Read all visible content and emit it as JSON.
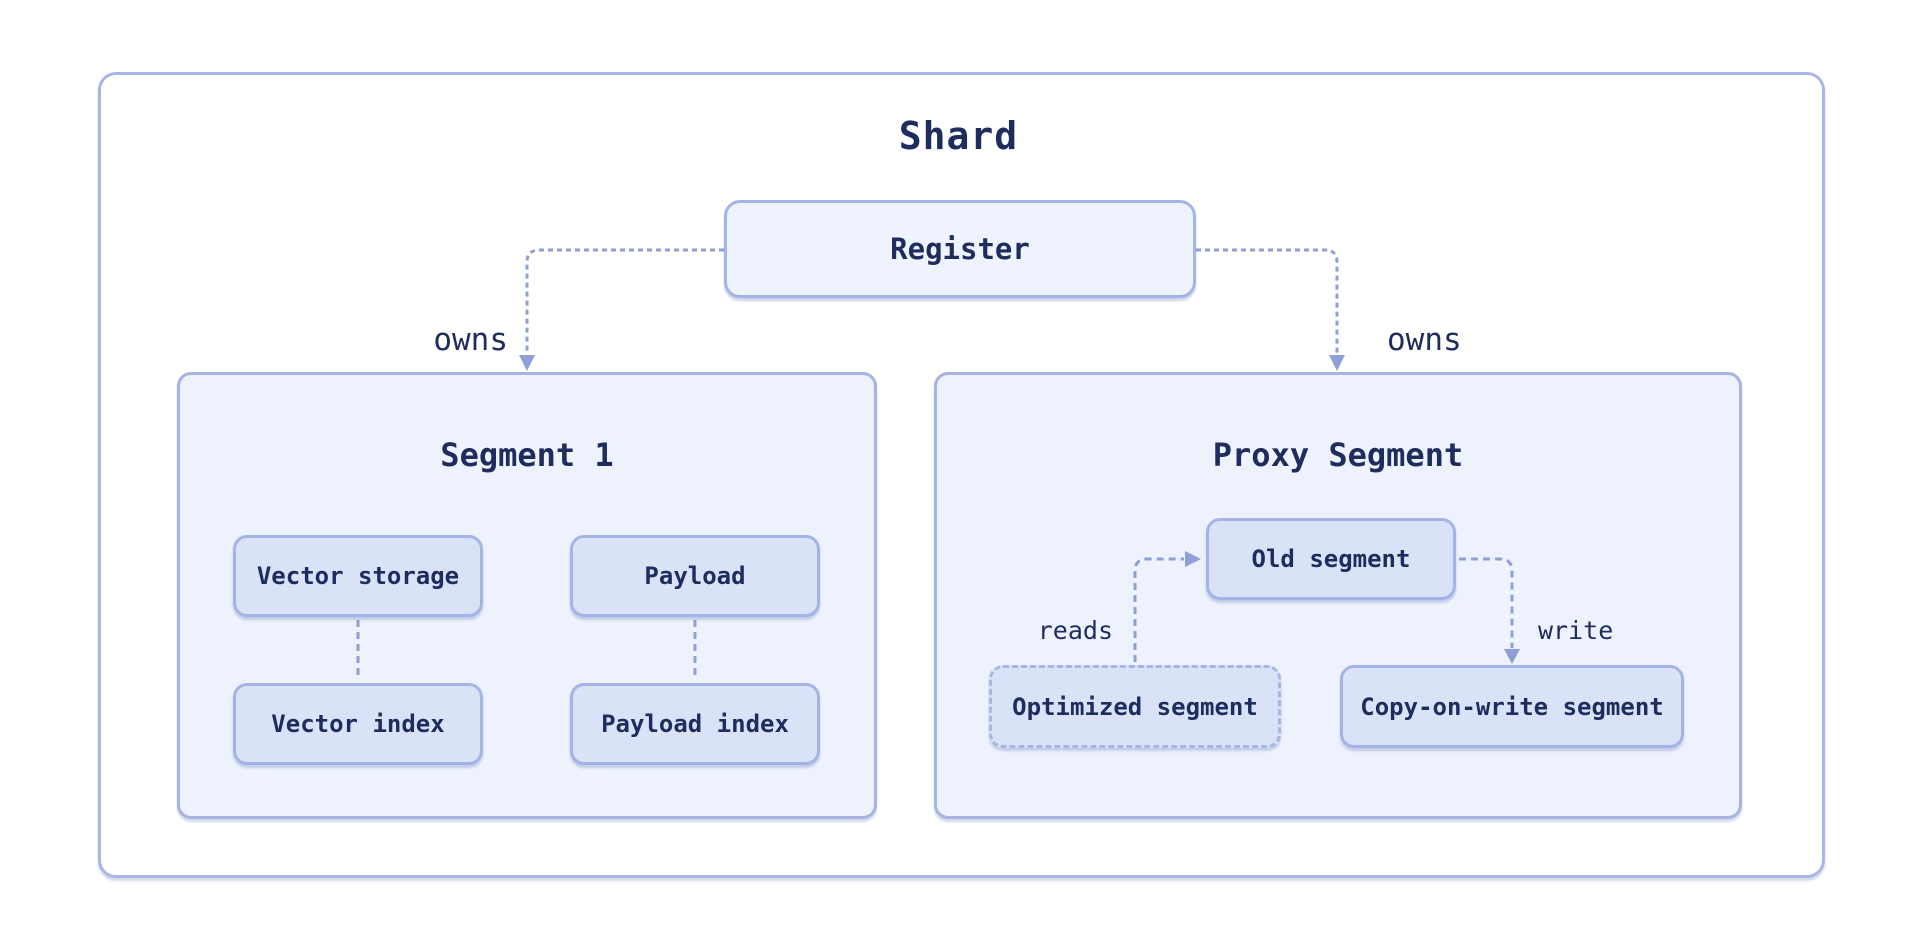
{
  "diagram": {
    "title": "Shard",
    "register": {
      "label": "Register"
    },
    "edge_labels": {
      "owns_left": "owns",
      "owns_right": "owns",
      "reads": "reads",
      "write": "write"
    },
    "segment1": {
      "title": "Segment 1",
      "nodes": {
        "vector_storage": "Vector storage",
        "payload": "Payload",
        "vector_index": "Vector index",
        "payload_index": "Payload index"
      }
    },
    "proxy_segment": {
      "title": "Proxy Segment",
      "nodes": {
        "old_segment": "Old segment",
        "optimized_segment": "Optimized segment",
        "copy_on_write_segment": "Copy-on-write segment"
      }
    },
    "colors": {
      "background": "#ffffff",
      "container_fill": "#edf2fc",
      "node_fill": "#d9e2f7",
      "register_fill": "#eef3fd",
      "border": "#a7b4e2",
      "connector": "#8fa0d4",
      "text": "#1e2c5e"
    }
  }
}
